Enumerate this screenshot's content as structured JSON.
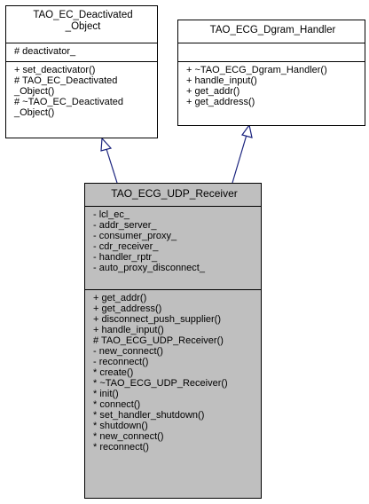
{
  "base_left": {
    "title": "TAO_EC_Deactivated\n_Object",
    "attributes": [
      "# deactivator_"
    ],
    "methods": [
      "+ set_deactivator()",
      "# TAO_EC_Deactivated",
      "_Object()",
      "# ~TAO_EC_Deactivated",
      "_Object()"
    ]
  },
  "base_right": {
    "title": "TAO_ECG_Dgram_Handler",
    "attributes": [],
    "methods": [
      "+ ~TAO_ECG_Dgram_Handler()",
      "+ handle_input()",
      "+ get_addr()",
      "+ get_address()"
    ]
  },
  "derived": {
    "title": "TAO_ECG_UDP_Receiver",
    "attributes": [
      "- lcl_ec_",
      "- addr_server_",
      "- consumer_proxy_",
      "- cdr_receiver_",
      "- handler_rptr_",
      "- auto_proxy_disconnect_"
    ],
    "methods": [
      "+ get_addr()",
      "+ get_address()",
      "+ disconnect_push_supplier()",
      "+ handle_input()",
      "# TAO_ECG_UDP_Receiver()",
      "- new_connect()",
      "- reconnect()",
      "* create()",
      "* ~TAO_ECG_UDP_Receiver()",
      "* init()",
      "* connect()",
      "* set_handler_shutdown()",
      "* shutdown()",
      "* new_connect()",
      "* reconnect()"
    ]
  }
}
